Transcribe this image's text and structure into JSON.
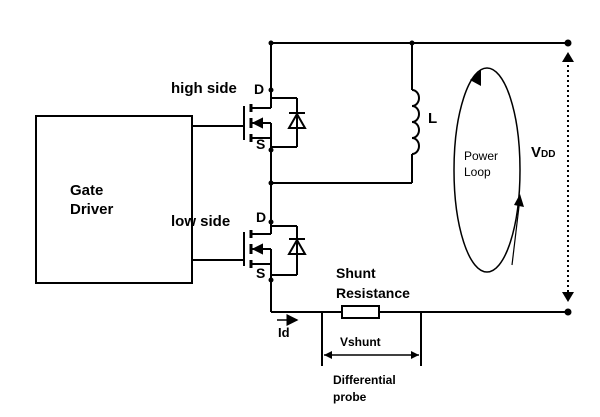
{
  "labels": {
    "gate_driver_line1": "Gate",
    "gate_driver_line2": "Driver",
    "high_side": "high side",
    "low_side": "low side",
    "drain_high": "D",
    "source_high": "S",
    "drain_low": "D",
    "source_low": "S",
    "inductor": "L",
    "power_loop_line1": "Power",
    "power_loop_line2": "Loop",
    "vdd_main": "V",
    "vdd_sub": "DD",
    "shunt_line1": "Shunt",
    "shunt_line2": "Resistance",
    "id": "Id",
    "vshunt": "Vshunt",
    "probe_line1": "Differential",
    "probe_line2": "probe"
  }
}
